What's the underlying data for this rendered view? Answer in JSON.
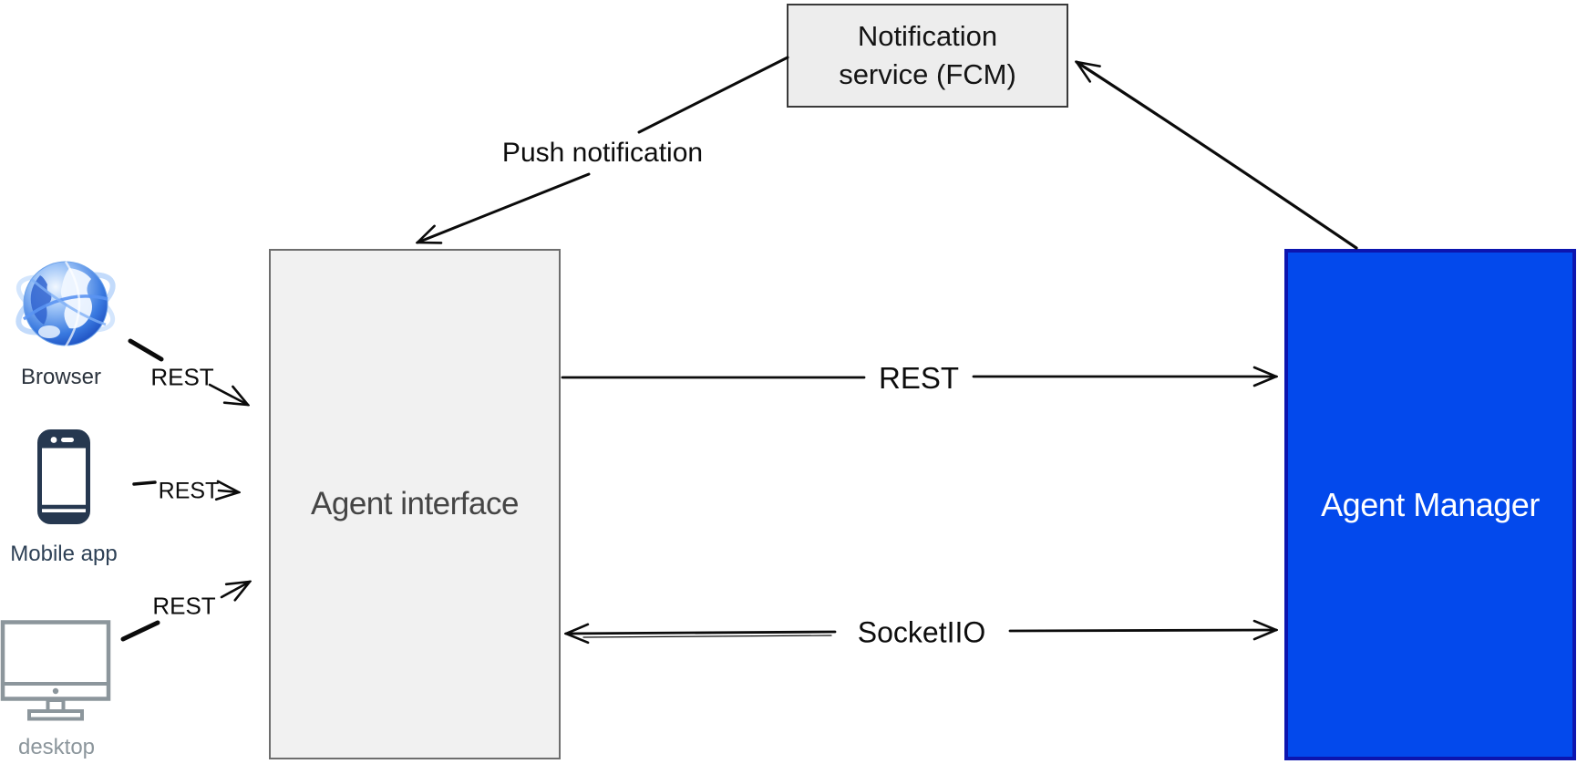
{
  "diagram": {
    "nodes": {
      "notification_service": {
        "label_line1": "Notification",
        "label_line2": "service (FCM)"
      },
      "agent_interface": {
        "label": "Agent interface"
      },
      "agent_manager": {
        "label": "Agent Manager"
      }
    },
    "clients": {
      "browser": {
        "label": "Browser",
        "icon": "globe-browser-icon"
      },
      "mobile": {
        "label": "Mobile app",
        "icon": "smartphone-icon"
      },
      "desktop": {
        "label": "desktop",
        "icon": "desktop-monitor-icon"
      }
    },
    "edges": {
      "rest_browser": {
        "label": "REST"
      },
      "rest_mobile": {
        "label": "REST"
      },
      "rest_desktop": {
        "label": "REST"
      },
      "rest_main": {
        "label": "REST"
      },
      "socket_io": {
        "label": "SocketIIO"
      },
      "push_notification": {
        "label": "Push notification"
      }
    },
    "colors": {
      "agent_manager_fill": "#0349ec",
      "agent_manager_border": "#0c15b0",
      "notification_fill": "#ededed",
      "notification_border": "#3a3a3a",
      "interface_fill": "#f1f1f1",
      "interface_border": "#6e6e6e",
      "arrow_stroke": "#0b0b0b",
      "mobile_accent": "#263850",
      "desktop_accent": "#8c969c",
      "globe_blue": "#2f63cf"
    }
  }
}
